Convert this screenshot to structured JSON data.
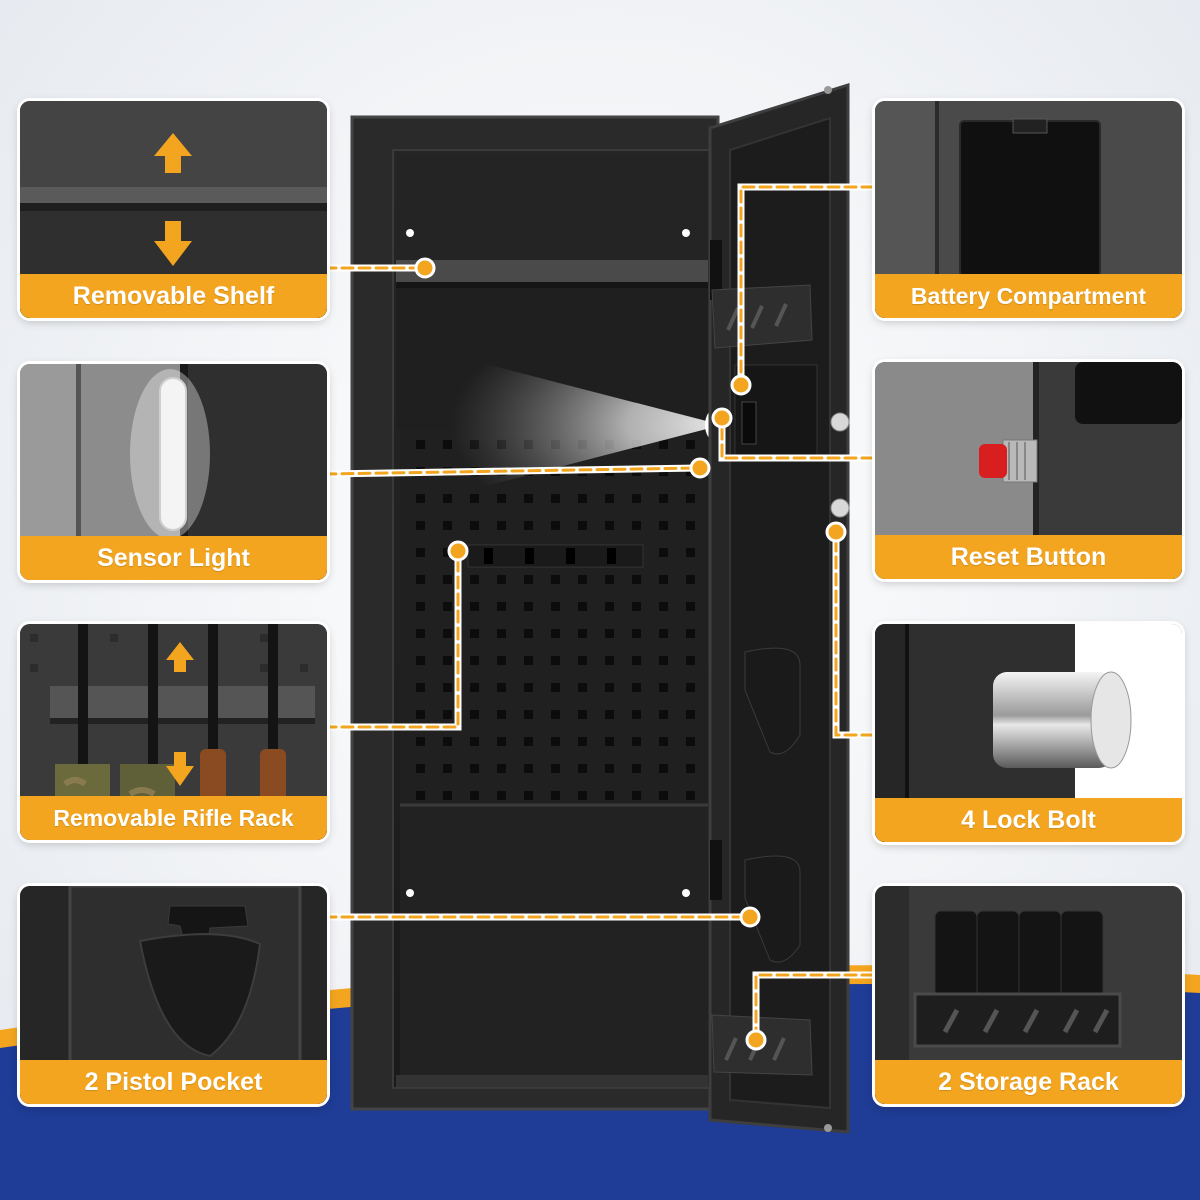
{
  "callouts": {
    "left": [
      {
        "label": "Removable Shelf"
      },
      {
        "label": "Sensor Light"
      },
      {
        "label": "Removable Rifle Rack"
      },
      {
        "label": "2 Pistol Pocket"
      }
    ],
    "right": [
      {
        "label": "Battery Compartment"
      },
      {
        "label": "Reset Button"
      },
      {
        "label": "4 Lock Bolt"
      },
      {
        "label": "2 Storage Rack"
      }
    ]
  },
  "icons": {
    "shelf_up": "arrow-up-icon",
    "shelf_down": "arrow-down-icon",
    "rack_up": "arrow-up-icon",
    "rack_down": "arrow-down-icon",
    "connector": "dashed-callout-line"
  },
  "colors": {
    "accent": "#F3A51F",
    "band_blue": "#1F3C96",
    "safe_body": "#2A2A2A",
    "reset_button": "#D81E1E"
  }
}
